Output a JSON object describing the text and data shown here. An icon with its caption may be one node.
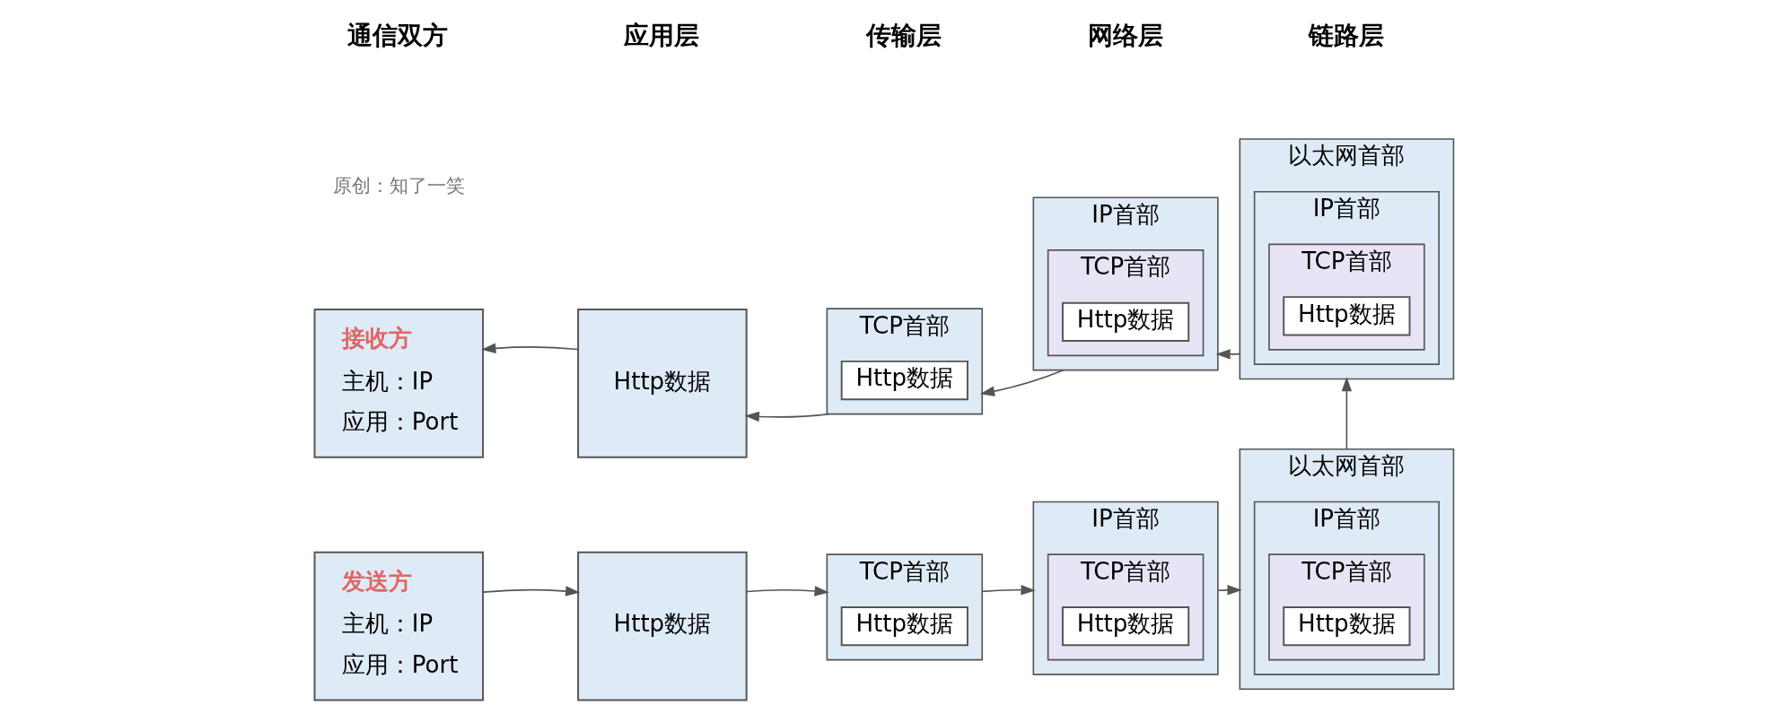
{
  "diagram": {
    "nodes": [
      {
        "text": [
          "发送方",
          "主机：IP",
          "应用：Port"
        ]
      },
      {
        "text": [
          "Http数据"
        ]
      },
      {
        "text": [
          "TCP首部"
        ]
      },
      {
        "text": [
          "Http数据"
        ],
        "in": 2
      },
      {
        "text": [
          "IP首部"
        ]
      },
      {
        "text": [
          "TCP首部"
        ],
        "in": 4
      },
      {
        "text": [
          "Http数据"
        ],
        "in": 5
      },
      {
        "text": [
          "以太网首部"
        ]
      },
      {
        "text": [
          "IP首部"
        ],
        "in": 7
      },
      {
        "text": [
          "TCP首部"
        ],
        "in": 8
      },
      {
        "text": [
          "Http数据"
        ],
        "in": 9
      },
      {
        "text": [
          "接收方",
          "主机：IP",
          "应用：Port"
        ]
      },
      {
        "text": [
          "Http数据"
        ]
      },
      {
        "text": [
          "TCP首部"
        ]
      },
      {
        "text": [
          "Http数据"
        ],
        "in": 13
      },
      {
        "text": [
          "IP首部"
        ]
      },
      {
        "text": [
          "TCP首部"
        ],
        "in": 15
      },
      {
        "text": [
          "Http数据"
        ],
        "in": 16
      },
      {
        "text": [
          "以太网首部"
        ]
      },
      {
        "text": [
          "IP首部"
        ],
        "in": 18
      },
      {
        "text": [
          "TCP首部"
        ],
        "in": 19
      },
      {
        "text": [
          "Http数据"
        ],
        "in": 20
      }
    ],
    "edges": [
      {
        "from": 0,
        "to": 1,
        "arrow": "to"
      },
      {
        "from": 1,
        "to": 2,
        "arrow": "to"
      },
      {
        "from": 2,
        "to": 4,
        "arrow": "to"
      },
      {
        "from": 4,
        "to": 7,
        "arrow": "to"
      },
      {
        "from": 7,
        "to": 18,
        "arrow": "to"
      },
      {
        "from": 18,
        "to": 15,
        "arrow": "to"
      },
      {
        "from": 15,
        "to": 13,
        "arrow": "to"
      },
      {
        "from": 13,
        "to": 12,
        "arrow": "to"
      },
      {
        "from": 12,
        "to": 11,
        "arrow": "to"
      }
    ],
    "labels": [
      "原创：知了一笑",
      "通信双方",
      "应用层",
      "传输层",
      "网络层",
      "链路层"
    ]
  }
}
